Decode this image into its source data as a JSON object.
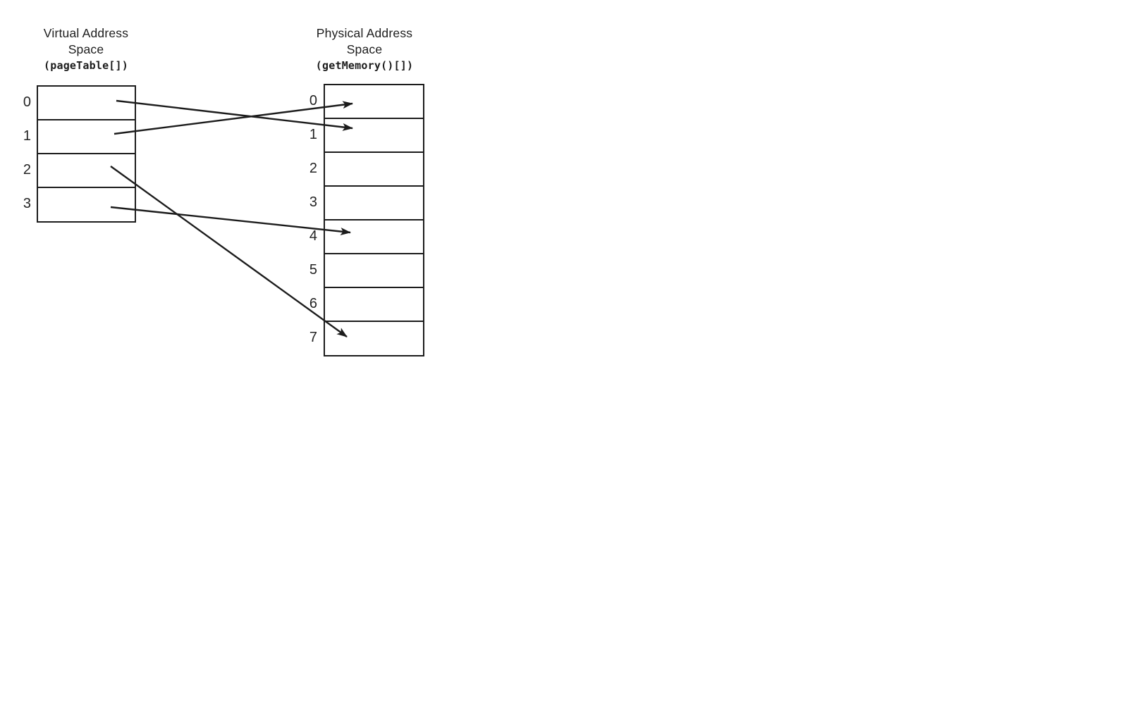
{
  "colors": {
    "ink": "#1c1c1c",
    "background": "#ffffff"
  },
  "virtual_table": {
    "title": [
      "Virtual Address",
      "Space",
      "(pageTable[])"
    ],
    "row_labels": [
      "0",
      "1",
      "2",
      "3"
    ]
  },
  "physical_table": {
    "title": [
      "Physical Address",
      "Space",
      "(getMemory()[])"
    ],
    "row_labels": [
      "0",
      "1",
      "2",
      "3",
      "4",
      "5",
      "6",
      "7"
    ]
  },
  "mappings": [
    {
      "from_virtual": "0",
      "to_physical": "1"
    },
    {
      "from_virtual": "1",
      "to_physical": "0"
    },
    {
      "from_virtual": "2",
      "to_physical": "7"
    },
    {
      "from_virtual": "3",
      "to_physical": "4"
    }
  ]
}
